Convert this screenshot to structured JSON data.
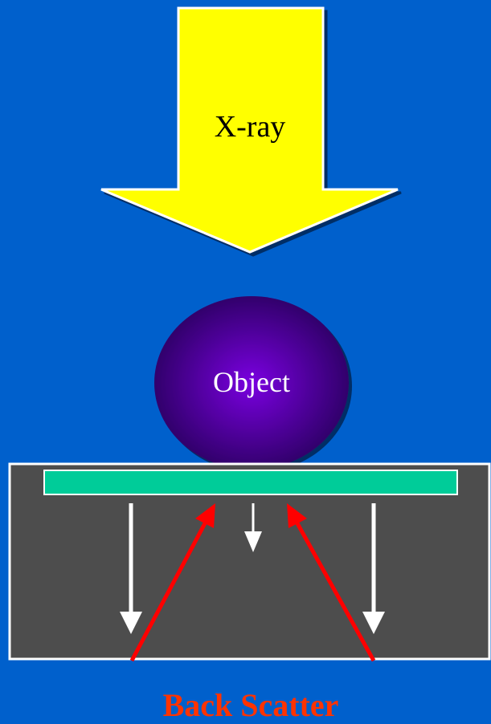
{
  "diagram": {
    "xray_label": "X-ray",
    "object_label": "Object",
    "caption": "Back Scatter"
  },
  "colors": {
    "background": "#0060cc",
    "xray_arrow": "#ffff00",
    "object_center": "#7a00e0",
    "object_edge": "#2a0060",
    "detector_box": "#4d4d4d",
    "detector_strip": "#00cc99",
    "transmitted_arrows": "#ffffff",
    "backscatter_arrows": "#ff0000",
    "caption": "#ff3300"
  }
}
